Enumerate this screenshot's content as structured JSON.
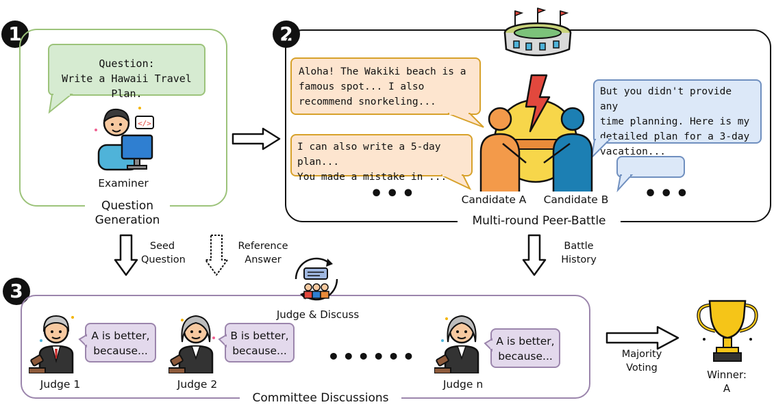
{
  "steps": [
    "1",
    "2",
    "3"
  ],
  "panel1": {
    "bubble_title": "Question:",
    "bubble_text": "Write a Hawaii Travel Plan.",
    "examiner_label": "Examiner",
    "caption_line1": "Question",
    "caption_line2": "Generation"
  },
  "panel2": {
    "bubble_a1": [
      "Aloha! The Wakiki beach is a",
      "famous spot... I also",
      "recommend snorkeling..."
    ],
    "bubble_a2": [
      "I can also write a 5-day plan...",
      "You made a mistake in ..."
    ],
    "bubble_b1": [
      "But you didn't provide any",
      "time planning. Here is my",
      "detailed plan for a 3-day",
      "vacation..."
    ],
    "ellipsis": "•••",
    "candidate_a": "Candidate A",
    "candidate_b": "Candidate B",
    "caption": "Multi-round Peer-Battle"
  },
  "arrows": {
    "seed_line1": "Seed",
    "seed_line2": "Question",
    "ref_line1": "Reference",
    "ref_line2": "Answer",
    "battle_line1": "Battle",
    "battle_line2": "History",
    "majority_line1": "Majority",
    "majority_line2": "Voting"
  },
  "panel3": {
    "judge_discuss": "Judge & Discuss",
    "judges": [
      {
        "name": "Judge 1",
        "bubble_line1": "A is better,",
        "bubble_line2": "because..."
      },
      {
        "name": "Judge 2",
        "bubble_line1": "B is better,",
        "bubble_line2": "because..."
      },
      {
        "name": "Judge n",
        "bubble_line1": "A is better,",
        "bubble_line2": "because..."
      }
    ],
    "ellipsis": "••••••",
    "caption": "Committee Discussions"
  },
  "winner": {
    "line1": "Winner:",
    "line2": "A"
  },
  "colors": {
    "green_border": "#9cc37a",
    "green_fill": "#d6ebd1",
    "orange_border": "#d7a12a",
    "orange_fill": "#fde5cf",
    "blue_border": "#6f8fbf",
    "blue_fill": "#dce8f8",
    "purple_border": "#9b85ac",
    "purple_fill": "#e3d9ec",
    "trophy": "#f5c518"
  }
}
